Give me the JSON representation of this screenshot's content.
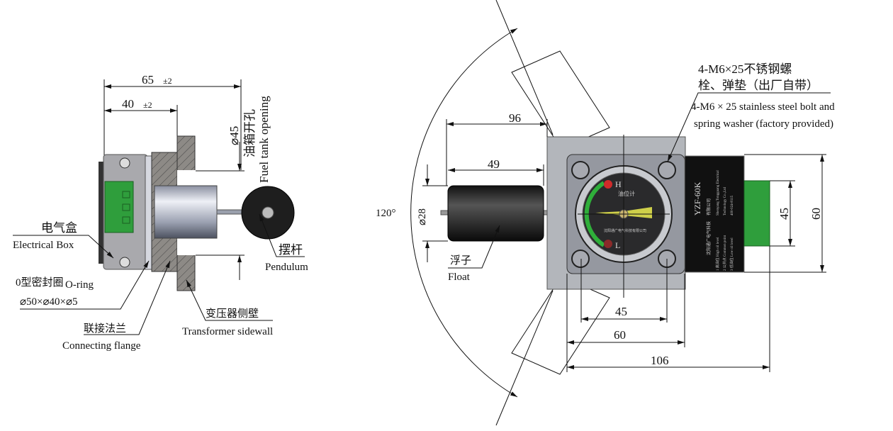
{
  "left_view": {
    "dim_65": "65",
    "dim_65_tol": "±2",
    "dim_40": "40",
    "dim_40_tol": "±2",
    "dim_dia45": "⌀45",
    "tank_opening_cn": "油箱开孔",
    "tank_opening_en": "Fuel tank opening",
    "electrical_box_cn": "电气盒",
    "electrical_box_en": "Electrical Box",
    "oring_cn": "0型密封圈",
    "oring_en": "O-ring",
    "oring_size": "⌀50×⌀40×⌀5",
    "flange_cn": "联接法兰",
    "flange_en": "Connecting flange",
    "sidewall_cn": "变压器侧壁",
    "sidewall_en": "Transformer sidewall",
    "pendulum_cn": "摆杆",
    "pendulum_en": "Pendulum"
  },
  "right_view": {
    "angle": "120°",
    "dim_96": "96",
    "dim_49": "49",
    "dim_dia28": "⌀28",
    "dim_45_h": "45",
    "dim_60_h": "60",
    "dim_106": "106",
    "dim_45_v": "45",
    "dim_60_v": "60",
    "float_cn": "浮子",
    "float_en": "Float",
    "bolt_cn_1": "4-M6×25不锈钢螺",
    "bolt_cn_2": "栓、弹垫（出厂自带）",
    "bolt_en_1": "4-M6 × 25 stainless steel bolt and",
    "bolt_en_2": "spring washer (factory provided)",
    "gauge": {
      "title": "油位计",
      "high": "H",
      "low": "L",
      "maker": "沈阳通广电气科技有限公司"
    },
    "nameplate": {
      "model": "YZF-60K",
      "company_cn_1": "沈阳通广电气科技",
      "company_cn_2": "有限公司",
      "company_en": "Shenyang Tongguang Electrical",
      "company_en_2": "Technology Co.,Ltd",
      "phone": "400-024-8115",
      "terminals": [
        "1 高油位 High oil level",
        "2 公共点 Common point",
        "3 低油位 Low oil level"
      ]
    }
  },
  "colors": {
    "green": "#2f9e3c",
    "steel": "#b3b6bb",
    "dark": "#262626"
  }
}
